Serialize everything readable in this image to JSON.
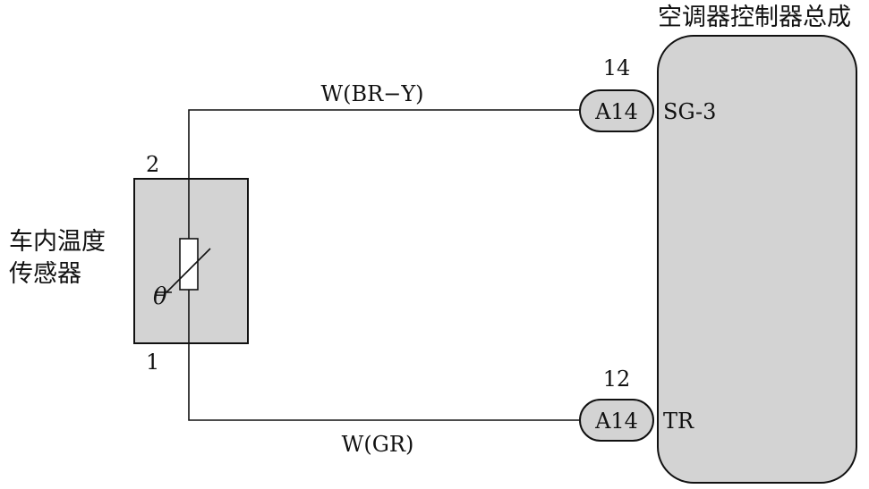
{
  "controller": {
    "title": "空调器控制器总成",
    "pins": [
      {
        "name": "SG-3",
        "pin_number": "14",
        "connector": "A14"
      },
      {
        "name": "TR",
        "pin_number": "12",
        "connector": "A14"
      }
    ]
  },
  "sensor": {
    "name_line1": "车内温度",
    "name_line2": "传感器",
    "terminal_top": "2",
    "terminal_bottom": "1",
    "symbol": "θ"
  },
  "wires": {
    "top": "W(BR−Y)",
    "bottom": "W(GR)"
  },
  "colors": {
    "component_fill": "#d3d3d3",
    "line": "#111111"
  }
}
